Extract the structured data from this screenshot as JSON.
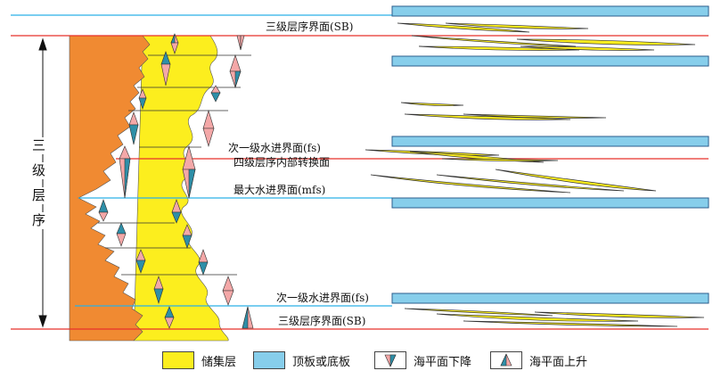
{
  "labels": {
    "sb_top": "三级层序界面(SB)",
    "fs_upper": "次一级水进界面(fs)",
    "internal": "四级层序内部转换面",
    "mfs": "最大水进界面(mfs)",
    "fs_lower": "次一级水进界面(fs)",
    "sb_bottom": "三级层序界面(SB)"
  },
  "vertical_label": [
    "三",
    "级",
    "层",
    "序"
  ],
  "legend": [
    {
      "key": "reservoir",
      "label": "储集层",
      "color": "#fcee1e"
    },
    {
      "key": "seal",
      "label": "顶板或底板",
      "color": "#87ceeb"
    },
    {
      "key": "fall",
      "label": "海平面下降"
    },
    {
      "key": "rise",
      "label": "海平面上升"
    }
  ],
  "colors": {
    "orange": "#f08a32",
    "yellow": "#fcee1e",
    "blue": "#87ceeb",
    "red": "#e8312b",
    "cyan": "#2ab0e6",
    "pink": "#f4a8a8",
    "teal": "#2e8fa8"
  }
}
